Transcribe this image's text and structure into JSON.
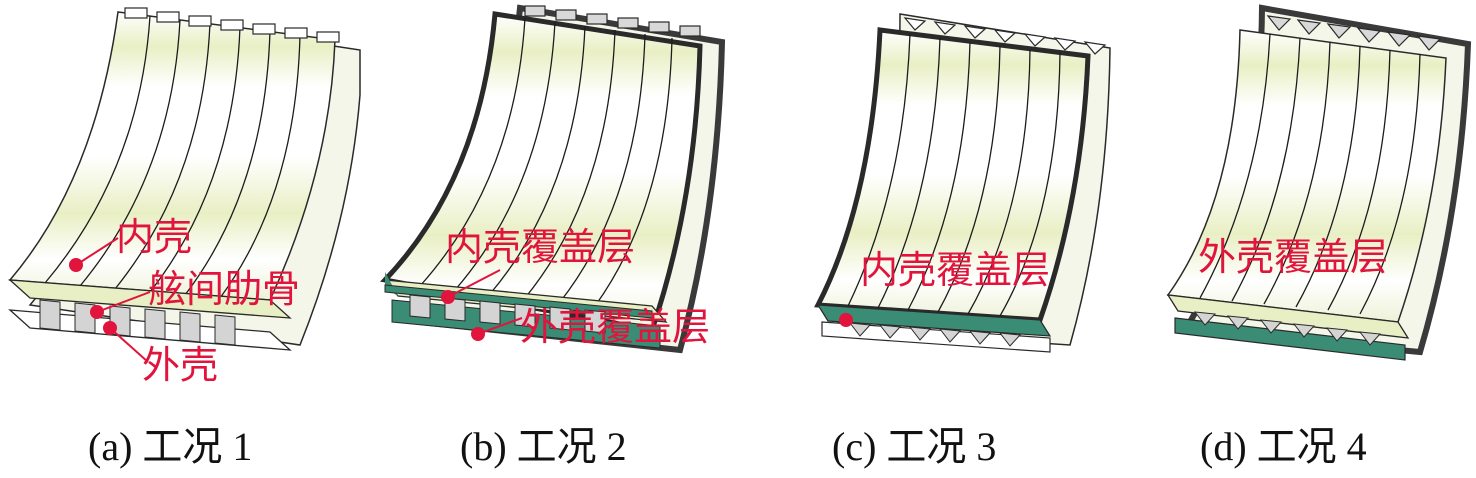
{
  "panels": [
    {
      "id": "a",
      "caption": "(a) 工况 1",
      "labels": [
        {
          "text": "内壳"
        },
        {
          "text": "舷间肋骨"
        },
        {
          "text": "外壳"
        }
      ]
    },
    {
      "id": "b",
      "caption": "(b) 工况 2",
      "labels": [
        {
          "text": "内壳覆盖层"
        },
        {
          "text": "外壳覆盖层"
        }
      ]
    },
    {
      "id": "c",
      "caption": "(c) 工况 3",
      "labels": [
        {
          "text": "内壳覆盖层"
        }
      ]
    },
    {
      "id": "d",
      "caption": "(d) 工况 4",
      "labels": [
        {
          "text": "外壳覆盖层"
        }
      ]
    }
  ],
  "colors": {
    "label": "#e0143c",
    "marker": "#e0143c",
    "coating": "#3a8c75",
    "band": "#e9efc4",
    "outline": "#2a2a2a",
    "frame_fill": "#d8d8d8",
    "dark_edge": "#4a4a4a"
  }
}
